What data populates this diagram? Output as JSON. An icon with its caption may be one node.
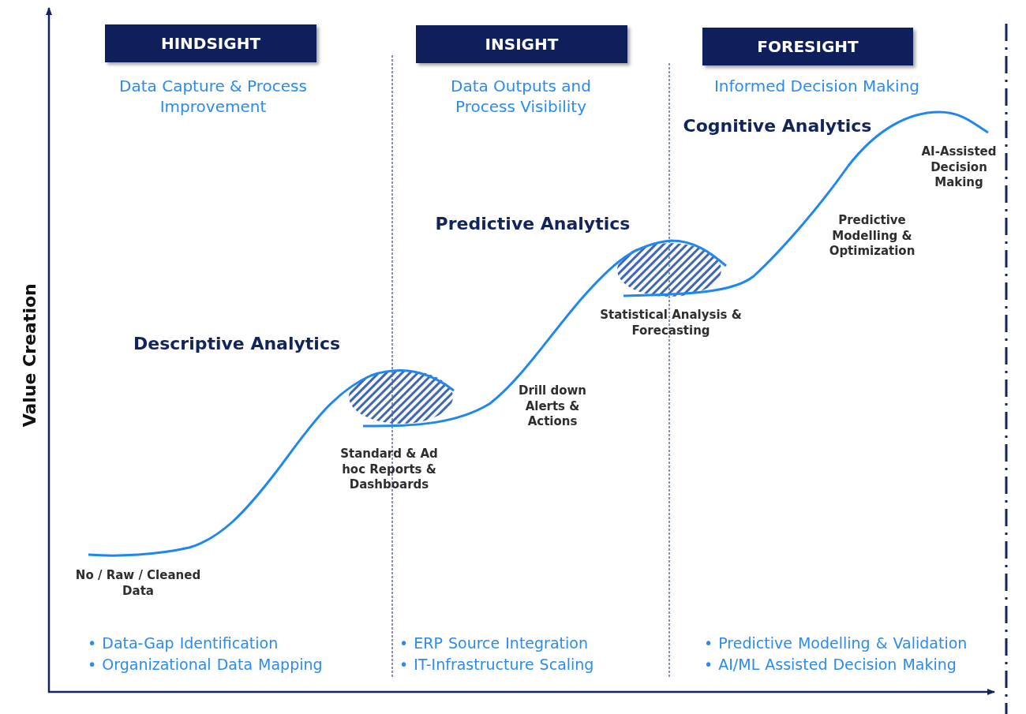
{
  "diagram": {
    "nodes": [
      {
        "text": [
          "HINDSIGHT"
        ],
        "beside": [
          "Data Capture & Process Improvement"
        ]
      },
      {
        "text": [
          "INSIGHT"
        ],
        "beside": [
          "Data Outputs and Process Visibility"
        ]
      },
      {
        "text": [
          "FORESIGHT"
        ],
        "beside": [
          "Informed Decision Making"
        ]
      }
    ],
    "labels": [
      "Value Creation",
      "Cognitive Analytics",
      "AI-Assisted Decision Making",
      "Predictive Analytics",
      "Predictive Modelling & Optimization",
      "Statistical Analysis & Forecasting",
      "Descriptive Analytics",
      "Drill down Alerts & Actions",
      "Standard & Ad hoc Reports & Dashboards",
      "No / Raw / Cleaned Data",
      "• Data-Gap Identification",
      "• Organizational Data Mapping",
      "• ERP Source Integration",
      "• IT-Infrastructure Scaling",
      "• Predictive Modelling & Validation",
      "• AI/ML Assisted Decision Making"
    ]
  }
}
